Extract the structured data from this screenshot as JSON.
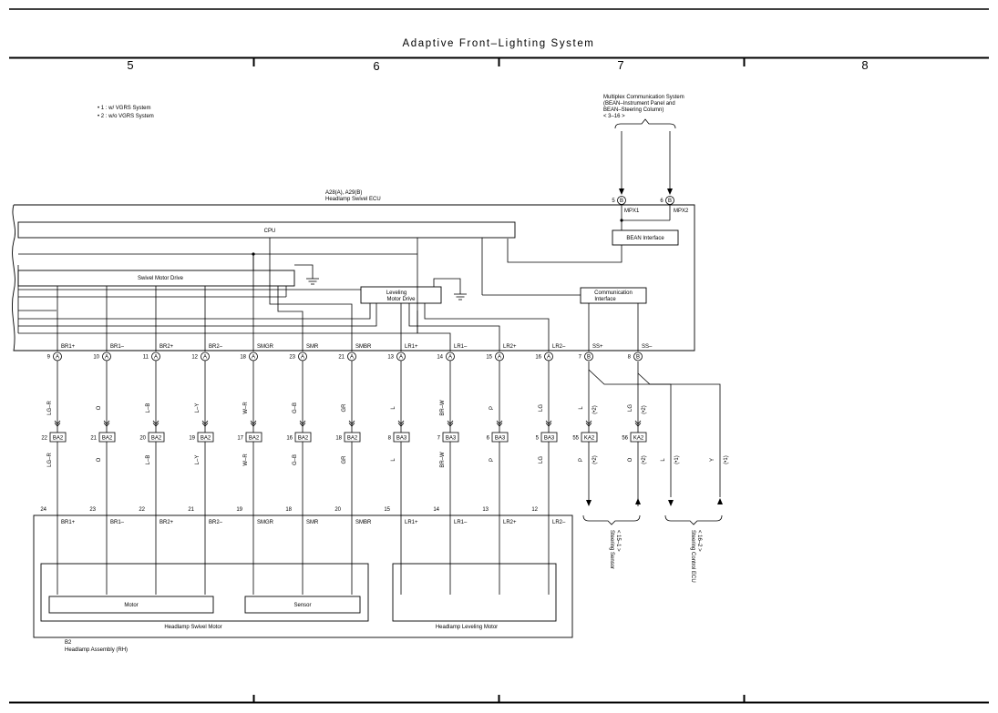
{
  "title": "Adaptive Front–Lighting System",
  "sections": [
    "5",
    "6",
    "7",
    "8"
  ],
  "notes": [
    "• 1 : w/ VGRS System",
    "• 2 : w/o VGRS System"
  ],
  "multiplex": {
    "lines": [
      "Multiplex Communication System",
      "(BEAN–Instrument Panel and",
      "BEAN–Steering Column)",
      "< 3–16 >"
    ],
    "pins": [
      {
        "num": "5",
        "conn": "B",
        "signal": "MPX1"
      },
      {
        "num": "6",
        "conn": "B",
        "signal": "MPX2"
      }
    ]
  },
  "ecu": {
    "code": "A28(A), A29(B)",
    "name": "Headlamp Swivel ECU",
    "blocks": {
      "cpu": "CPU",
      "swivel_drive": "Swivel Motor Drive",
      "leveling_drive": [
        "Leveling",
        "Motor Drive"
      ],
      "bean": "BEAN Interface",
      "comm": [
        "Communication",
        "Interface"
      ]
    }
  },
  "pins": [
    {
      "signal": "BR1+",
      "num": "9",
      "conn": "A",
      "wire": "LG–R",
      "ba_pin": "22",
      "ba": "BA2",
      "motor_pin": "24"
    },
    {
      "signal": "BR1–",
      "num": "10",
      "conn": "A",
      "wire": "O",
      "ba_pin": "21",
      "ba": "BA2",
      "motor_pin": "23"
    },
    {
      "signal": "BR2+",
      "num": "11",
      "conn": "A",
      "wire": "L–B",
      "ba_pin": "20",
      "ba": "BA2",
      "motor_pin": "22"
    },
    {
      "signal": "BR2–",
      "num": "12",
      "conn": "A",
      "wire": "L–Y",
      "ba_pin": "19",
      "ba": "BA2",
      "motor_pin": "21"
    },
    {
      "signal": "SMGR",
      "num": "18",
      "conn": "A",
      "wire": "W–R",
      "ba_pin": "17",
      "ba": "BA2",
      "motor_pin": "19"
    },
    {
      "signal": "SMR",
      "num": "23",
      "conn": "A",
      "wire": "G–B",
      "ba_pin": "16",
      "ba": "BA2",
      "motor_pin": "18"
    },
    {
      "signal": "SMBR",
      "num": "21",
      "conn": "A",
      "wire": "GR",
      "ba_pin": "18",
      "ba": "BA2",
      "motor_pin": "20"
    },
    {
      "signal": "LR1+",
      "num": "13",
      "conn": "A",
      "wire": "L",
      "ba_pin": "8",
      "ba": "BA3",
      "motor_pin": "15"
    },
    {
      "signal": "LR1–",
      "num": "14",
      "conn": "A",
      "wire": "BR–W",
      "ba_pin": "7",
      "ba": "BA3",
      "motor_pin": "14"
    },
    {
      "signal": "LR2+",
      "num": "15",
      "conn": "A",
      "wire": "P",
      "ba_pin": "6",
      "ba": "BA3",
      "motor_pin": "13"
    },
    {
      "signal": "LR2–",
      "num": "16",
      "conn": "A",
      "wire": "LG",
      "ba_pin": "5",
      "ba": "BA3",
      "motor_pin": "12"
    }
  ],
  "ss_pins": [
    {
      "signal": "SS+",
      "num": "7",
      "conn": "B",
      "wire_top": "L",
      "note_top": "(•2)",
      "ka_pin": "55",
      "ka": "KA2",
      "wire_bot": "P",
      "note_bot": "(•2)"
    },
    {
      "signal": "SS–",
      "num": "8",
      "conn": "B",
      "wire_top": "LG",
      "note_top": "(•2)",
      "ka_pin": "56",
      "ka": "KA2",
      "wire_bot": "O",
      "note_bot": "(•2)"
    }
  ],
  "vgrs_wires": [
    {
      "wire": "L",
      "note": "(•1)"
    },
    {
      "wire": "Y",
      "note": "(•1)"
    }
  ],
  "destinations": [
    {
      "lines": [
        "Steering Sensor",
        "< 15–1 >"
      ]
    },
    {
      "lines": [
        "Steering Control ECU",
        "< 16–2 >"
      ]
    }
  ],
  "assembly": {
    "code": "B2",
    "name": "Headlamp Assembly (RH)",
    "swivel_motor": "Headlamp Swivel Motor",
    "leveling_motor": "Headlamp Leveling Motor",
    "motor": "Motor",
    "sensor": "Sensor"
  }
}
